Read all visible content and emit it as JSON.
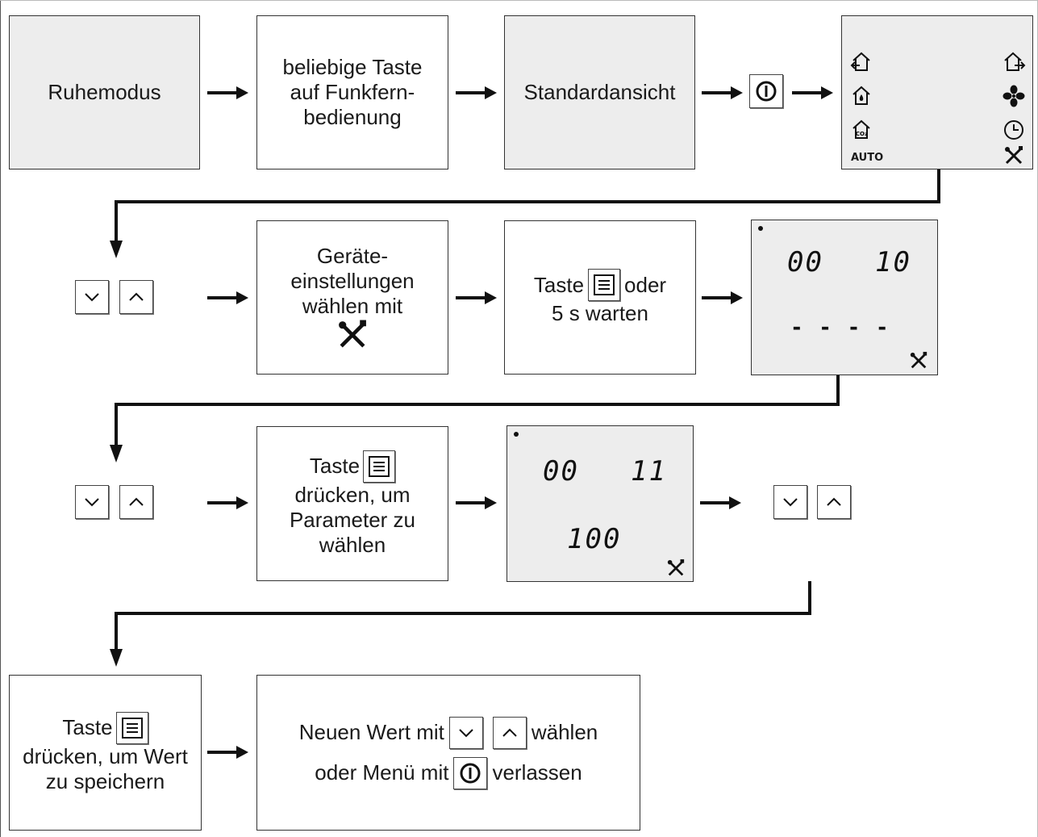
{
  "boxes": {
    "ruhemodus": "Ruhemodus",
    "taste_fern_1": "beliebige Taste",
    "taste_fern_2": "auf Funkfern-",
    "taste_fern_3": "bedienung",
    "standardansicht": "Standardansicht",
    "geraete_1": "Geräte-",
    "geraete_2": "einstellungen",
    "geraete_3": "wählen mit",
    "taste_oder_1": "Taste",
    "taste_oder_2": "oder",
    "taste_oder_3": "5 s warten",
    "taste_param_1": "Taste",
    "taste_param_2": "drücken, um",
    "taste_param_3": "Parameter zu",
    "taste_param_4": "wählen",
    "taste_wert_1": "Taste",
    "taste_wert_2": "drücken, um Wert",
    "taste_wert_3": "zu speichern",
    "neuen_1": "Neuen Wert mit",
    "neuen_2": "wählen",
    "neuen_3": "oder Menü mit",
    "neuen_4": "verlassen"
  },
  "lcd_home": {
    "auto_label": "AUTO"
  },
  "lcd_1": {
    "left": "00",
    "right": "10",
    "bottom": "- - - -"
  },
  "lcd_2": {
    "left": "00",
    "right": "11",
    "bottom": "100"
  },
  "icons": [
    "power-icon",
    "menu-icon",
    "chevron-down-icon",
    "chevron-up-icon",
    "wrench-screwdriver-icon",
    "home-icon",
    "fan-icon",
    "clock-icon"
  ]
}
